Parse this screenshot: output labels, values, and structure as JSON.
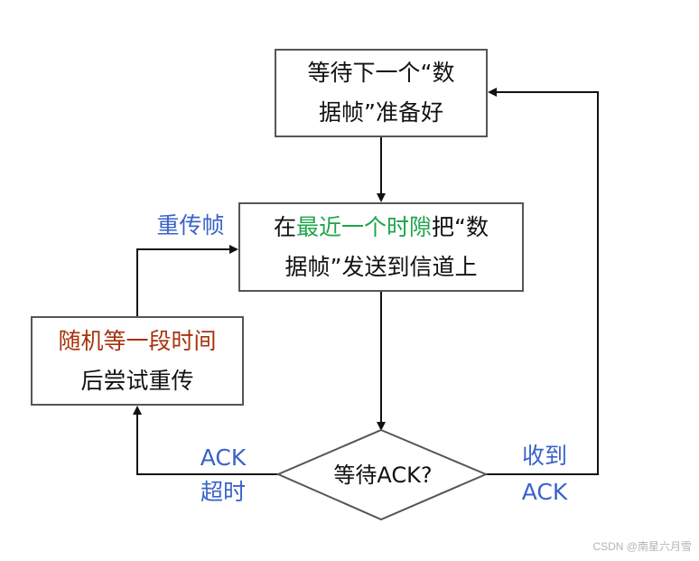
{
  "nodes": {
    "wait_frame": {
      "line1": "等待下一个“数",
      "line2": "据帧”准备好"
    },
    "send_frame": {
      "line1_pre": "在",
      "line1_highlight": "最近一个时隙",
      "line1_post": "把“数",
      "line2": "据帧”发送到信道上"
    },
    "retry": {
      "line1": "随机等一段时间",
      "line2": "后尝试重传"
    },
    "wait_ack": {
      "label": "等待ACK?"
    }
  },
  "edge_labels": {
    "retransmit": "重传帧",
    "timeout_line1": "ACK",
    "timeout_line2": "超时",
    "received_line1": "收到",
    "received_line2": "ACK"
  },
  "colors": {
    "highlight_green": "#1ea54a",
    "highlight_orange": "#a8320c",
    "edge_label_blue": "#3a62c9",
    "border": "#555555"
  },
  "watermark": "CSDN @南星六月雪"
}
